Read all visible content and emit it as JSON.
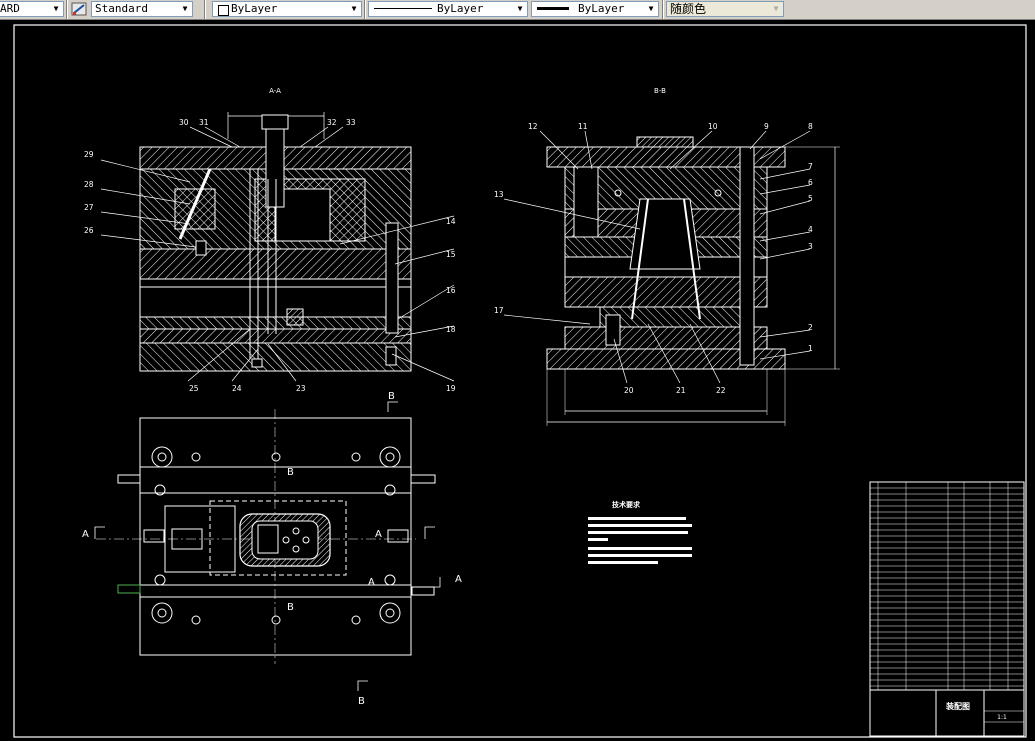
{
  "toolbar": {
    "text_style": "ARD",
    "dim_style": "Standard",
    "layer": "ByLayer",
    "linetype": "ByLayer",
    "lineweight": "ByLayer",
    "color": "随颜色"
  },
  "drawing": {
    "section_a_title": "A-A",
    "section_b_title": "B-B",
    "left_callouts": [
      "30",
      "31",
      "32",
      "33",
      "29",
      "28",
      "27",
      "26",
      "14",
      "15",
      "16",
      "18",
      "25",
      "24",
      "23",
      "19"
    ],
    "right_callouts": [
      "12",
      "11",
      "10",
      "9",
      "8",
      "7",
      "6",
      "5",
      "4",
      "3",
      "2",
      "1",
      "13",
      "17",
      "20",
      "21",
      "22"
    ],
    "plan_labels": {
      "a_left": "A",
      "a_mid": "A",
      "a_right": "A",
      "a_low": "A",
      "b_top": "B",
      "b_mid_top": "B",
      "b_mid_bottom": "B",
      "b_bottom": "B"
    },
    "tech_title": "技术要求",
    "title_block": {
      "name": "装配图",
      "drawing_no": "1:1"
    }
  }
}
